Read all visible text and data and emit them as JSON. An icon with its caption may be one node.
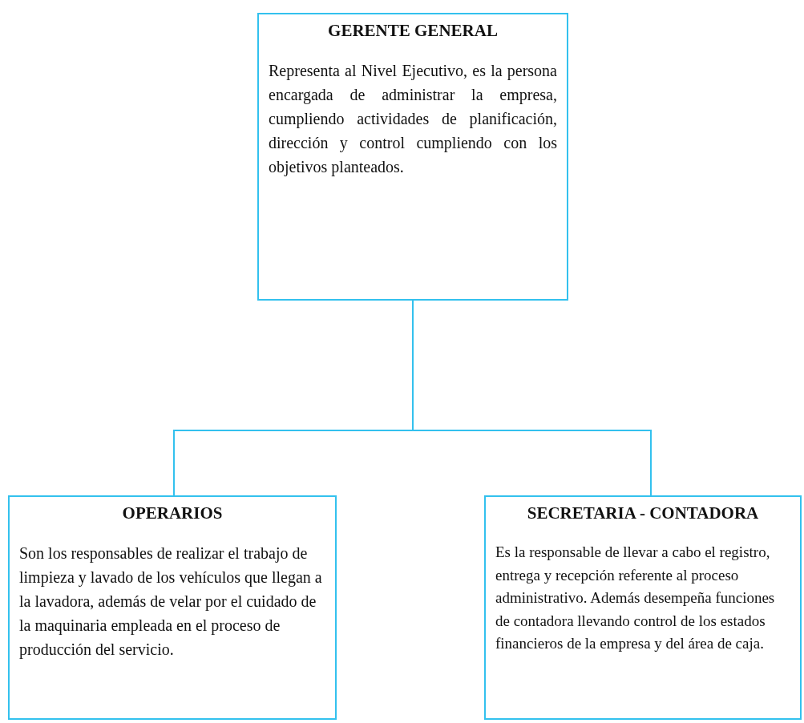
{
  "diagram": {
    "nodes": [
      {
        "text": [
          "GERENTE GENERAL",
          "Representa al Nivel Ejecutivo, es la persona encargada de administrar la empresa, cumpliendo actividades de planificación, dirección y control cumpliendo con los objetivos planteados."
        ]
      },
      {
        "text": [
          "OPERARIOS",
          "Son los responsables de realizar el trabajo de limpieza y lavado de los vehículos que llegan a la lavadora, además de velar por el cuidado de la maquinaria empleada en el proceso de producción del servicio."
        ]
      },
      {
        "text": [
          "SECRETARIA - CONTADORA",
          "Es la responsable de llevar a cabo el registro, entrega y recepción referente al proceso administrativo. Además desempeña funciones de contadora llevando control de los estados financieros de la empresa y del área de caja."
        ]
      }
    ],
    "edges": [
      {
        "from": 0,
        "to": 1,
        "arrow": "none"
      },
      {
        "from": 0,
        "to": 2,
        "arrow": "none"
      }
    ]
  }
}
